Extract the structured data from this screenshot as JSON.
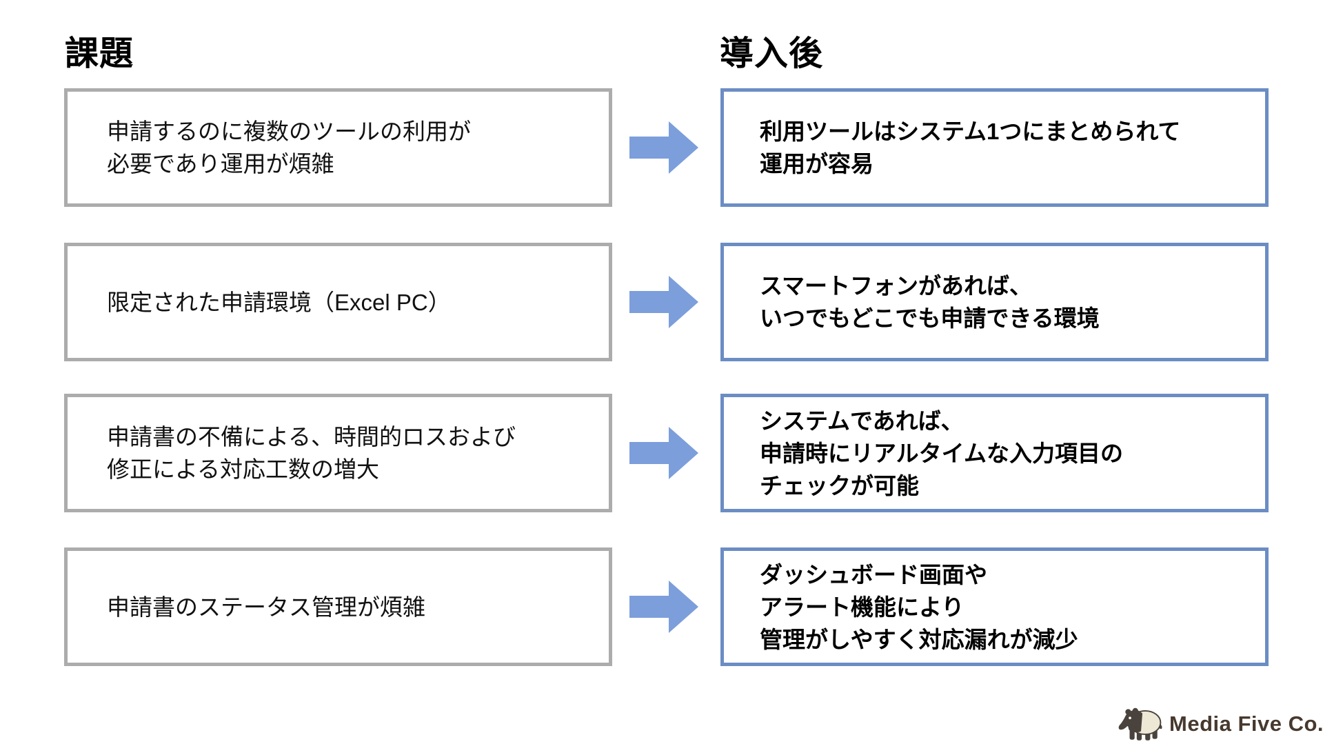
{
  "headings": {
    "issues": "課題",
    "after": "導入後"
  },
  "rows": [
    {
      "issue": "申請するのに複数のツールの利用が\n必要であり運用が煩雑",
      "benefit": "利用ツールはシステム1つにまとめられて\n運用が容易"
    },
    {
      "issue": "限定された申請環境（Excel PC）",
      "benefit": "スマートフォンがあれば、\nいつでもどこでも申請できる環境"
    },
    {
      "issue": "申請書の不備による、時間的ロスおよび\n修正による対応工数の増大",
      "benefit": "システムであれば、\n申請時にリアルタイムな入力項目の\nチェックが可能"
    },
    {
      "issue": "申請書のステータス管理が煩雑",
      "benefit": "ダッシュボード画面や\nアラート機能により\n管理がしやすく対応漏れが減少"
    }
  ],
  "footer": {
    "company": "Media Five Co.",
    "logo_icon": "tapir-icon"
  },
  "colors": {
    "issue_border": "#ACACAC",
    "benefit_border": "#6B8DC4",
    "arrow": "#7C9EDB",
    "logo_dark": "#4A423C",
    "logo_cream": "#EDE8D5",
    "logo_text": "#47392E"
  }
}
